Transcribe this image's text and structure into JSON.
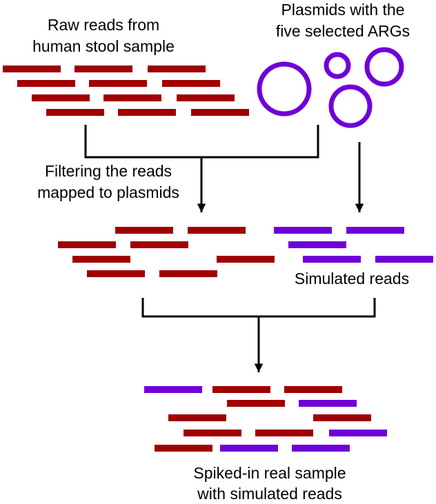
{
  "labels": {
    "raw_line1": "Raw reads from",
    "raw_line2": "human stool sample",
    "plasmid_line1": "Plasmids with the",
    "plasmid_line2": "five selected ARGs",
    "filter_line1": "Filtering the reads",
    "filter_line2": "mapped to plasmids",
    "simulated": "Simulated reads",
    "spiked_line1": "Spiked-in real sample",
    "spiked_line2": "with simulated reads"
  },
  "colors": {
    "real_read": "#a00000",
    "simulated_read": "#7000d8",
    "plasmid": "#7000d8",
    "connector": "#000000"
  },
  "icons": {
    "plasmid": "plasmid-circle-icon",
    "arrow": "arrow-down-icon"
  }
}
